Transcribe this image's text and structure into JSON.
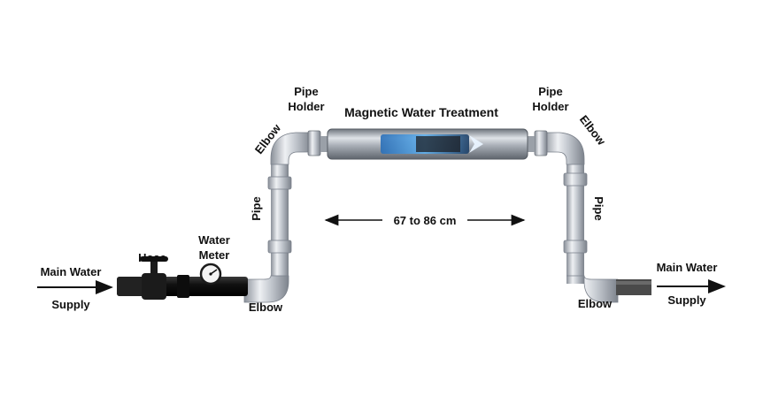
{
  "title": "Magnetic Water Treatment",
  "inlet": {
    "line1": "Main Water",
    "line2": "Supply"
  },
  "outlet": {
    "line1": "Main Water",
    "line2": "Supply"
  },
  "hose_label": "Hose",
  "meter_label": {
    "line1": "Water",
    "line2": "Meter"
  },
  "elbow_label": "Elbow",
  "pipe_label": "Pipe",
  "pipe_holder_label": {
    "line1": "Pipe",
    "line2": "Holder"
  },
  "distance_label": "67 to 86 cm",
  "colors": {
    "pipe_light": "#e8ebef",
    "pipe_mid": "#b9bec6",
    "pipe_dark": "#8a9099",
    "hose": "#1a1a1a",
    "device_accent": "#3b8fd6"
  }
}
